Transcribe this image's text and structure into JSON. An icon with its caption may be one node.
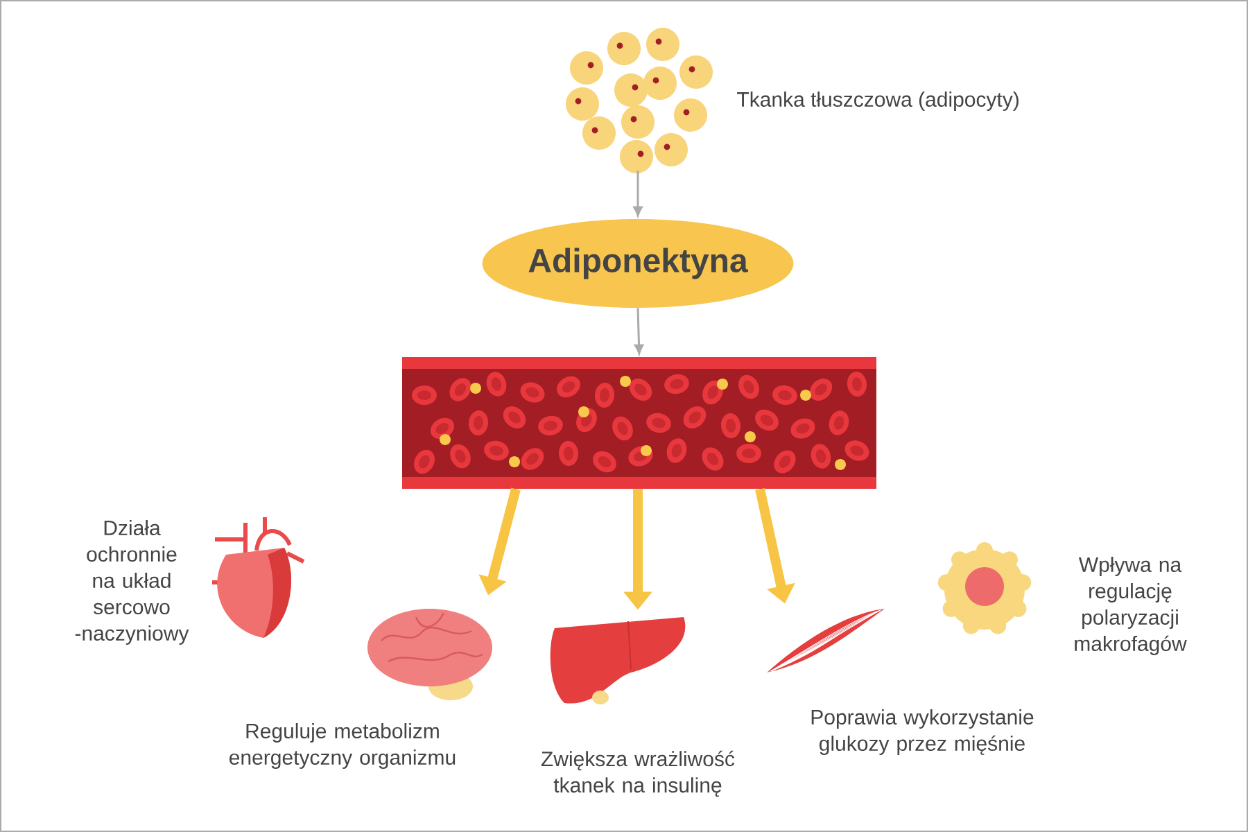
{
  "diagram": {
    "nodes": [
      {
        "text": [],
        "shape": "picture",
        "beside": [
          "Tkanka tłuszczowa (adipocyty)"
        ]
      },
      {
        "text": [
          "Adiponektyna"
        ]
      },
      {
        "text": [],
        "shape": "picture"
      },
      {
        "text": [],
        "shape": "picture",
        "beside": [
          "Działa ochronnie na układ sercowo -naczyniowy"
        ]
      },
      {
        "text": [],
        "shape": "picture",
        "beside": [
          "Reguluje metabolizm energetyczny organizmu"
        ]
      },
      {
        "text": [],
        "shape": "picture",
        "beside": [
          "Zwiększa wrażliwość tkanek na insulinę"
        ]
      },
      {
        "text": [],
        "shape": "picture",
        "beside": [
          "Poprawia wykorzystanie glukozy przez mięśnie"
        ]
      },
      {
        "text": [],
        "shape": "picture",
        "beside": [
          "Wpływa na regulację polaryzacji makrofagów"
        ]
      }
    ],
    "edges": [
      {
        "from": 0,
        "to": 1,
        "arrow": "to",
        "color": "#aaaaaa"
      },
      {
        "from": 1,
        "to": 2,
        "arrow": "to",
        "color": "#aaaaaa"
      },
      {
        "from": 2,
        "to": 4,
        "arrow": "to"
      },
      {
        "from": 2,
        "to": 5,
        "arrow": "to"
      },
      {
        "from": 2,
        "to": 6,
        "arrow": "to"
      }
    ]
  }
}
